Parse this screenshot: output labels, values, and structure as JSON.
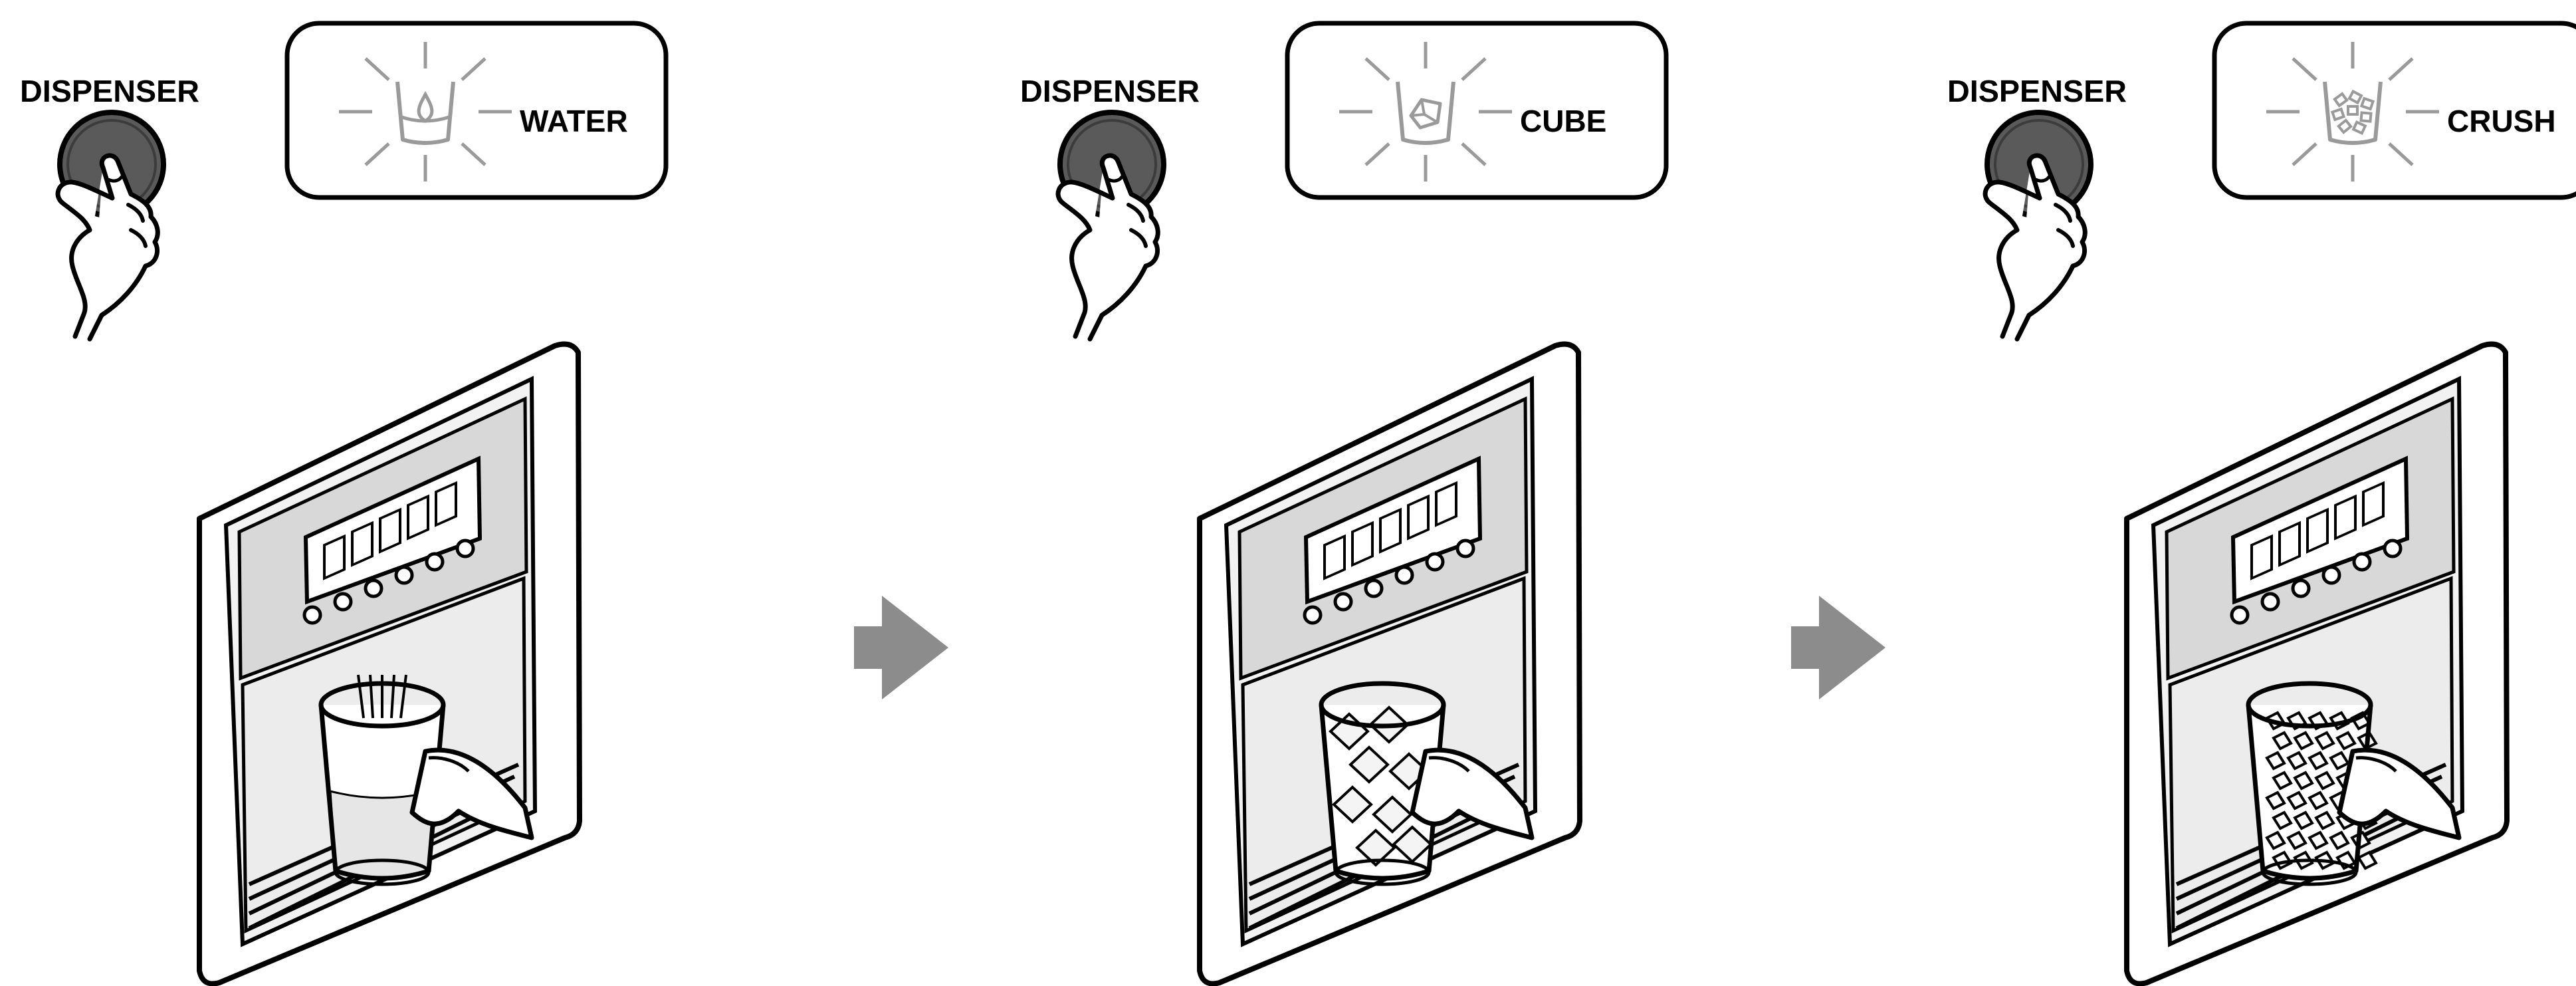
{
  "steps": [
    {
      "button_label": "DISPENSER",
      "mode_label": "WATER",
      "mode_icon": "water-drop-cup-icon",
      "glass_fill": "water"
    },
    {
      "button_label": "DISPENSER",
      "mode_label": "CUBE",
      "mode_icon": "ice-cube-cup-icon",
      "glass_fill": "cube"
    },
    {
      "button_label": "DISPENSER",
      "mode_label": "CRUSH",
      "mode_icon": "crushed-ice-cup-icon",
      "glass_fill": "crush"
    }
  ],
  "arrow_icon": "right-arrow-icon",
  "colors": {
    "ink": "#000000",
    "button": "#5a5a5a",
    "arrow": "#8c8c8c",
    "panel_face": "#d8d8d8",
    "recess": "#ececec",
    "glow": "#9a9a9a"
  }
}
